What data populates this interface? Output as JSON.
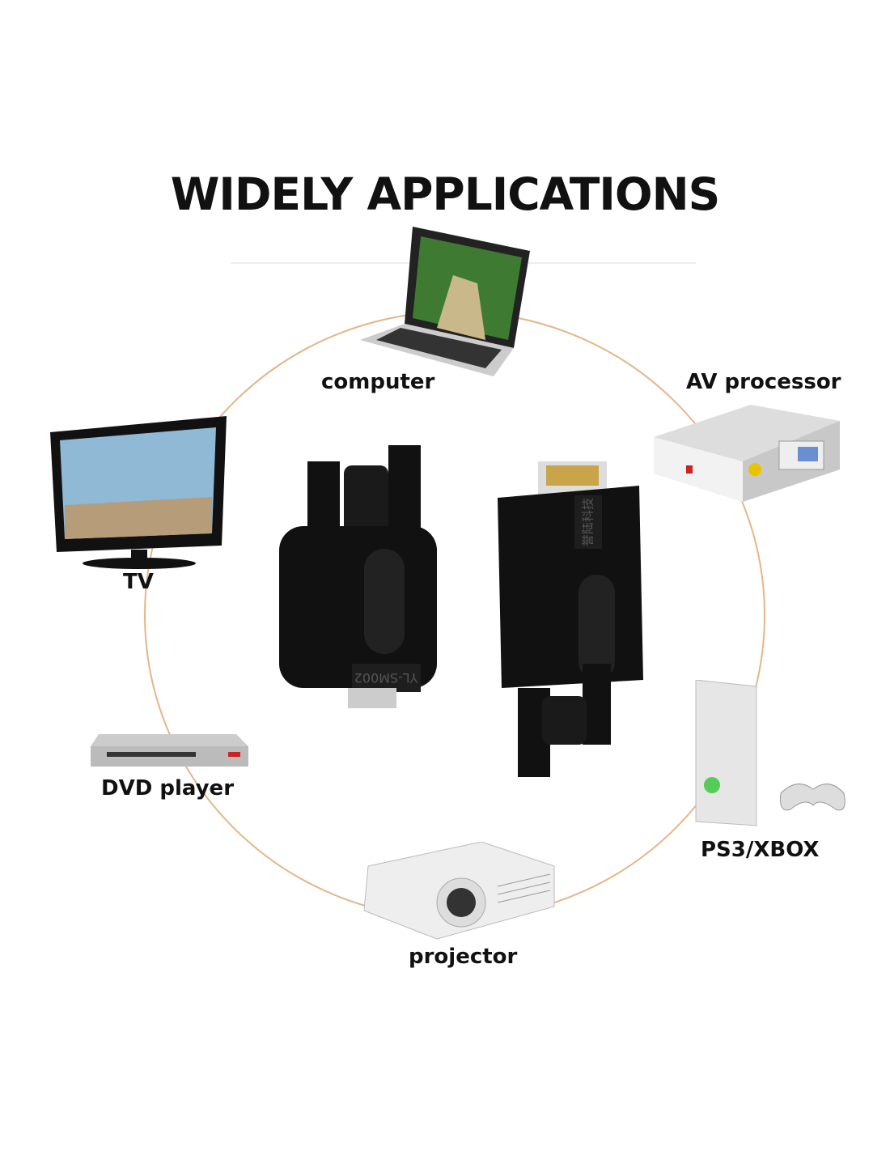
{
  "title": "WIDELY APPLICATIONS",
  "devices": [
    {
      "label": "computer"
    },
    {
      "label": "AV processor"
    },
    {
      "label": "TV"
    },
    {
      "label": "DVD player"
    },
    {
      "label": "PS3/XBOX"
    },
    {
      "label": "projector"
    }
  ],
  "product": {
    "model_marking": "YL-SM002",
    "brand_marking": "誉陆科技"
  },
  "colors": {
    "ring": "#e3b68a",
    "text": "#111111",
    "connector": "#111111"
  }
}
